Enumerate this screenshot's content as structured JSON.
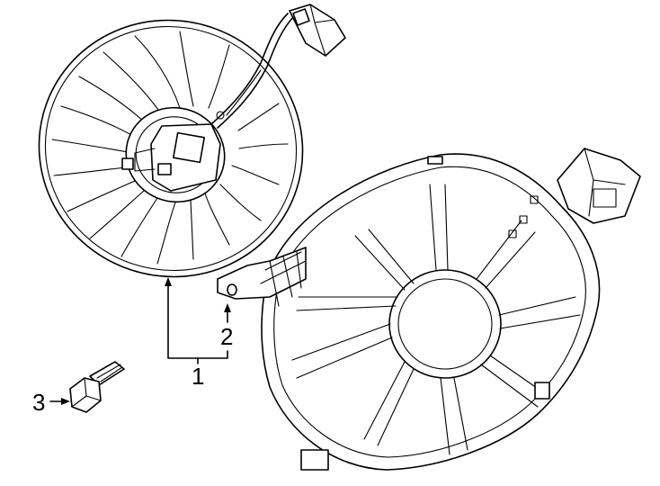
{
  "diagram": {
    "callouts": [
      {
        "id": "1",
        "label": "1"
      },
      {
        "id": "2",
        "label": "2"
      },
      {
        "id": "3",
        "label": "3"
      }
    ],
    "parts": [
      {
        "id": "fan-motor-assembly",
        "icon": "fan-blade-icon"
      },
      {
        "id": "shroud",
        "icon": "fan-shroud-icon"
      },
      {
        "id": "bolt",
        "icon": "bolt-icon"
      }
    ]
  }
}
